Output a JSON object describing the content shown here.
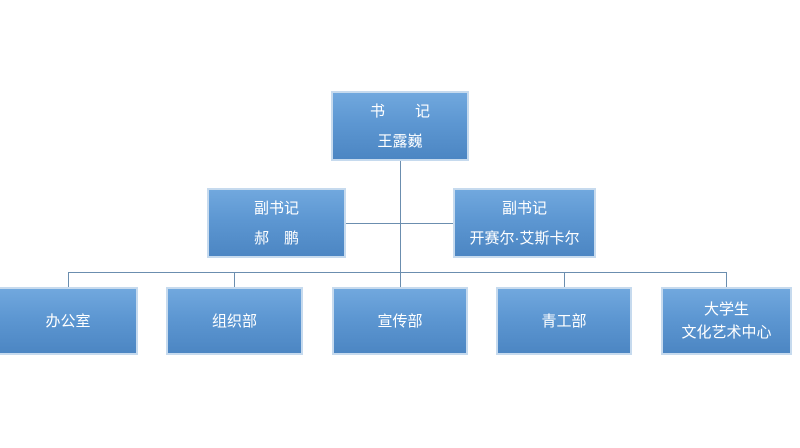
{
  "diagram": {
    "type": "org-chart",
    "background_color": "#ffffff",
    "node_fill_top": "#71a8de",
    "node_fill_bottom": "#4c86c3",
    "node_border_color": "#c6daee",
    "node_text_color": "#ffffff",
    "connector_color": "#6b8eaf"
  },
  "nodes": {
    "secretary": {
      "title": "书　　记",
      "name": "王露巍"
    },
    "deputy_left": {
      "title": "副书记",
      "name": "郝　鹏"
    },
    "deputy_right": {
      "title": "副书记",
      "name": "开赛尔·艾斯卡尔"
    },
    "departments": [
      {
        "lines": [
          "办公室"
        ]
      },
      {
        "lines": [
          "组织部"
        ]
      },
      {
        "lines": [
          "宣传部"
        ]
      },
      {
        "lines": [
          "青工部"
        ]
      },
      {
        "lines": [
          "大学生",
          "文化艺术中心"
        ]
      }
    ]
  }
}
